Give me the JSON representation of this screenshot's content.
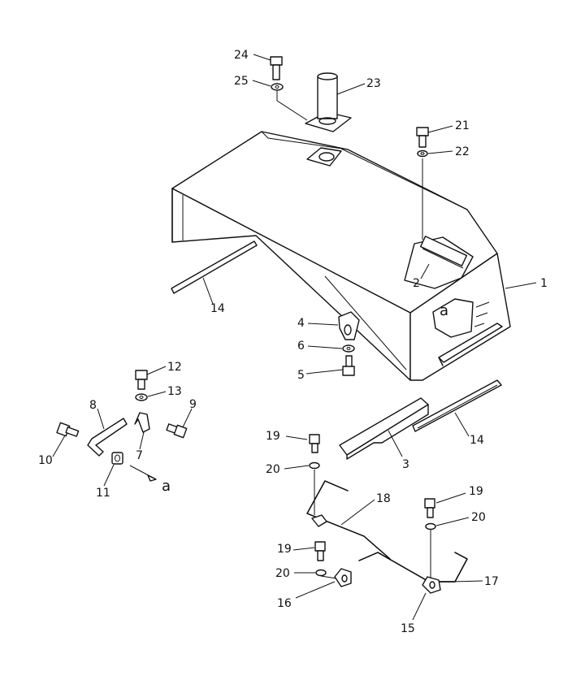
{
  "callouts": {
    "c1": "1",
    "c2": "2",
    "c3": "3",
    "c4": "4",
    "c5": "5",
    "c6": "6",
    "c7": "7",
    "c8": "8",
    "c9": "9",
    "c10": "10",
    "c11": "11",
    "c12": "12",
    "c13": "13",
    "c14a": "14",
    "c14b": "14",
    "c15": "15",
    "c16": "16",
    "c17": "17",
    "c18": "18",
    "c19a": "19",
    "c19b": "19",
    "c19c": "19",
    "c20a": "20",
    "c20b": "20",
    "c20c": "20",
    "c21": "21",
    "c22": "22",
    "c23": "23",
    "c24": "24",
    "c25": "25"
  },
  "view_marks": {
    "a_on_tank": "a",
    "a_arrow": "a"
  }
}
